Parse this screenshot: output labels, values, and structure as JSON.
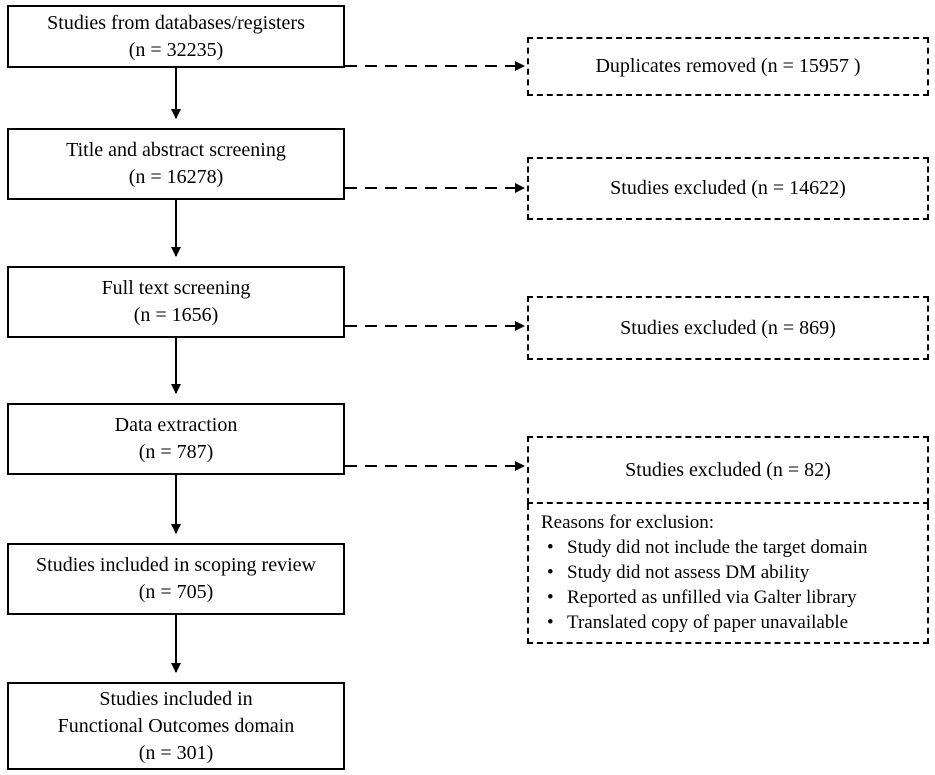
{
  "stages": [
    {
      "title": "Studies from databases/registers",
      "count": "(n = 32235)"
    },
    {
      "title": "Title and abstract screening",
      "count": "(n = 16278)"
    },
    {
      "title": "Full text screening",
      "count": "(n = 1656)"
    },
    {
      "title": "Data extraction",
      "count": "(n = 787)"
    },
    {
      "title": "Studies included in scoping review",
      "count": "(n = 705)"
    },
    {
      "title_line1": "Studies included in",
      "title_line2": "Functional Outcomes domain",
      "count": "(n = 301)"
    }
  ],
  "exclusions": [
    "Duplicates removed (n = 15957 )",
    "Studies excluded (n = 14622)",
    "Studies excluded (n = 869)",
    "Studies excluded (n = 82)"
  ],
  "reasons": {
    "heading": "Reasons for exclusion:",
    "items": [
      "Study did not include the target domain",
      "Study did not assess DM ability",
      "Reported as unfilled via Galter library",
      "Translated copy of paper unavailable"
    ]
  }
}
